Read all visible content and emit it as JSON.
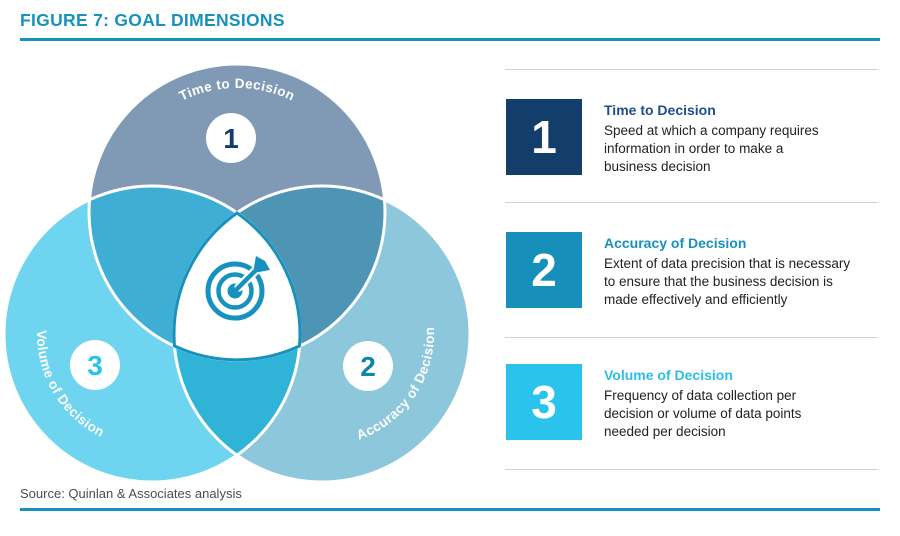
{
  "title": "FIGURE 7: GOAL DIMENSIONS",
  "source": "Source: Quinlan & Associates analysis",
  "colors": {
    "accent": "#1791BE",
    "separator": "#D2D2D2",
    "body_text": "#222222",
    "source_text": "#4D4D4D"
  },
  "venn": {
    "labels": {
      "time": "Time to Decision",
      "accuracy": "Accuracy of Decision",
      "volume": "Volume of Decision"
    },
    "badges": {
      "time": "1",
      "accuracy": "2",
      "volume": "3"
    },
    "badge_colors": {
      "time": "#133E6C",
      "accuracy": "#0F85AC",
      "volume": "#29C3EB"
    },
    "circle_colors": {
      "time": "#8099B5",
      "accuracy": "#8CC7DC",
      "volume": "#6FD4EF"
    },
    "overlap_colors": {
      "time_volume": "#3FAED4",
      "time_accuracy": "#4E94B4",
      "volume_accuracy": "#2FB4D8"
    },
    "center": {
      "stroke": "#1791BE",
      "icon": "target-dart-icon"
    }
  },
  "legend": [
    {
      "number": "1",
      "title": "Time to Decision",
      "description": "Speed at which a company requires\ninformation in order to make a\nbusiness decision",
      "box_color": "#133E6C",
      "title_color": "#1D4E8C"
    },
    {
      "number": "2",
      "title": "Accuracy of Decision",
      "description": "Extent of data precision that is necessary\nto ensure that the business decision is\nmade effectively and efficiently",
      "box_color": "#1690BA",
      "title_color": "#1791BE"
    },
    {
      "number": "3",
      "title": "Volume of Decision",
      "description": "Frequency of data collection per\ndecision or volume of data points\nneeded per decision",
      "box_color": "#29C3EB",
      "title_color": "#29BFE9"
    }
  ]
}
